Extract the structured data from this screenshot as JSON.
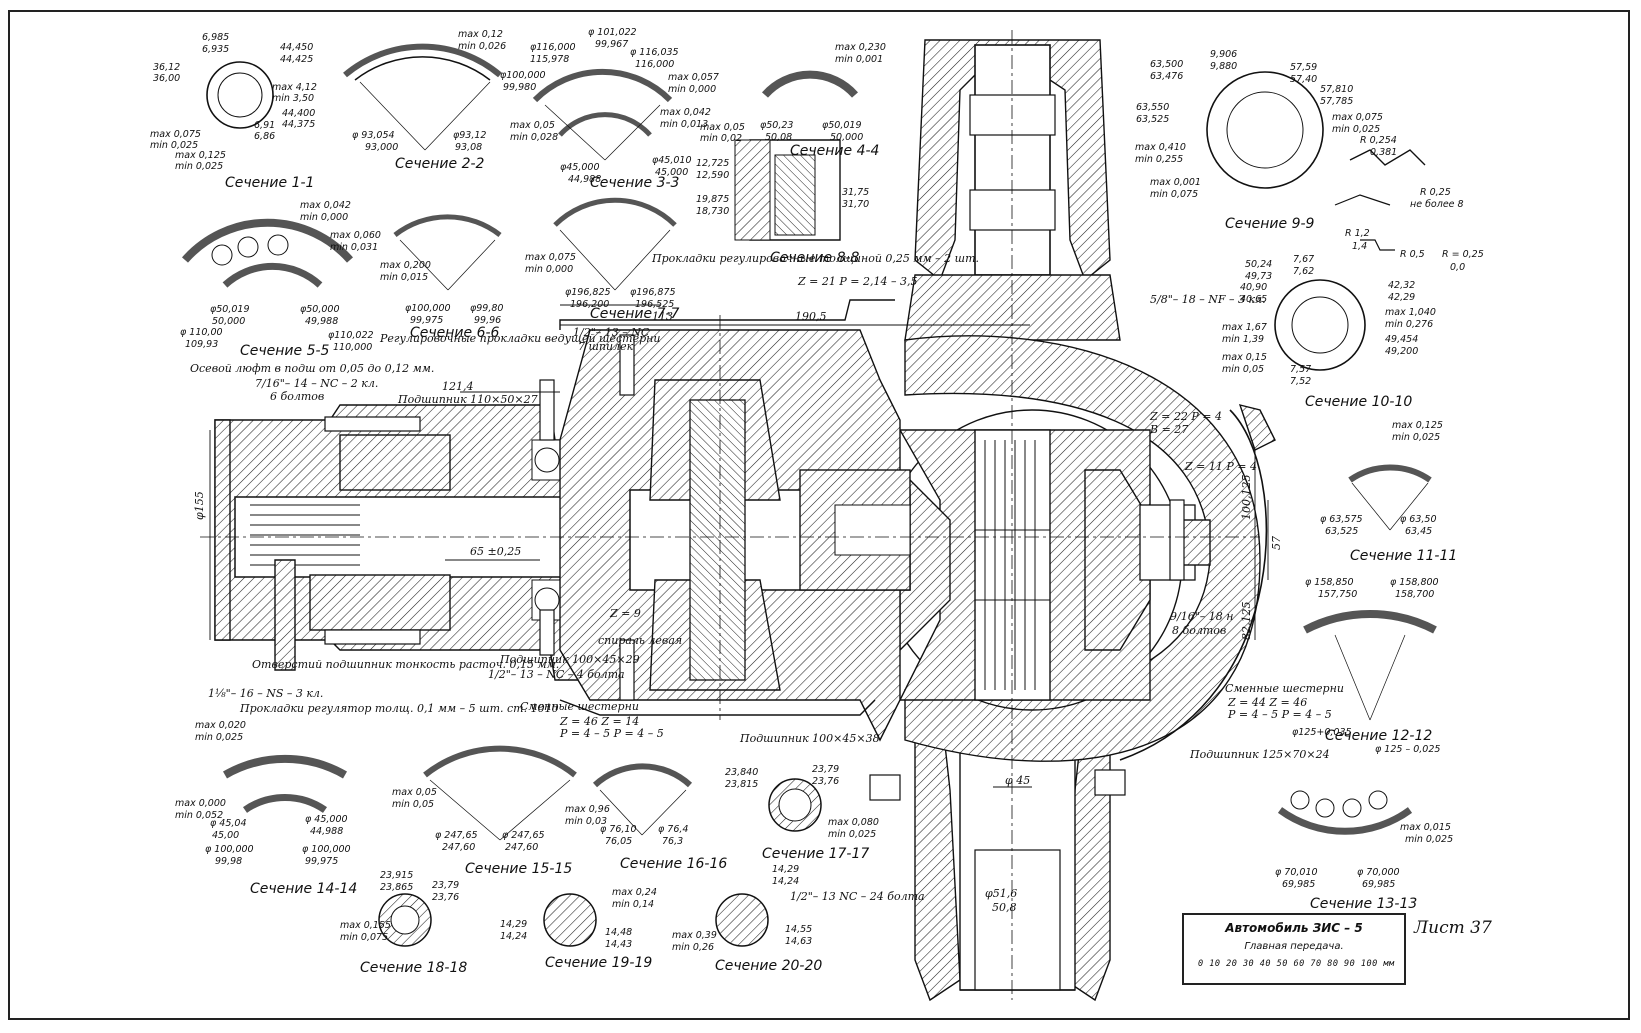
{
  "title_block": {
    "vehicle": "Автомобиль ЗИС – 5",
    "assembly": "Главная передача.",
    "scale_ticks": "0 10 20 30 40 50 60 70 80 90 100 мм",
    "sheet": "Лист 37"
  },
  "sections": [
    "Сечение 1-1",
    "Сечение 2-2",
    "Сечение 3-3",
    "Сечение 4-4",
    "Сечение 5-5",
    "Сечение 6-6",
    "Сечение 7-7",
    "Сечение 8-8",
    "Сечение 9-9",
    "Сечение 10-10",
    "Сечение 11-11",
    "Сечение 12-12",
    "Сечение 13-13",
    "Сечение 14-14",
    "Сечение 15-15",
    "Сечение 16-16",
    "Сечение 17-17",
    "Сечение 18-18",
    "Сечение 19-19",
    "Сечение 20-20"
  ],
  "notes": {
    "axial_play": "Осевой люфт в подш от 0,05 до 0,12 мм.",
    "bolts_7_16": "7/16\"– 14 – NC – 2 кл.",
    "bolts_6": "6 болтов",
    "bearing_110": "Подшипник 110×50×27",
    "bearing_100": "Подшипник 100×45×29",
    "bearing_100b": "Подшипник 100×45×38",
    "bearing_125": "Подшипник 125×70×24",
    "thread_1_1_8": "1⅛\"– 16 – NS – 3 кл.",
    "thread_5_8": "5/8\"– 18 – NF – 3 кл.",
    "thread_9_16": "9/16\"– 18 н",
    "bolts_8": "8 болтов",
    "thread_1_2_4": "1/2\"– 13 – NC – 4 болта",
    "thread_1_2_24": "1/2\"– 13 NC – 24 болта",
    "stud_1_2": "1/2\"– 13 – NC",
    "studs_7": "7 шпилек",
    "change_gears": "Сменные шестерни",
    "change_gears2": "Сменные шестерни",
    "gear_z22": "Z = 22  P = 4",
    "gear_b27": "B = 27",
    "gear_z11": "Z = 11  P = 4",
    "gear_z21": "Z = 21  P = 2,14 – 3,5",
    "gear_z9": "Z = 9",
    "spiral_left": "спираль левая",
    "shims_note": "Прокладки регулировочные толщиной 0,25 мм – 2 шт.",
    "shims_regul": "Регулировочные прокладки ведущей шестерни",
    "shims_bottom": "Прокладки регулятор толщ. 0,1 мм – 5 шт. ст. 1010",
    "holes_note": "Отверстий подшипник тонкость расточ. 0,15 мм.",
    "gear_sets_a": "Z = 46   Z = 14",
    "gear_sets_b": "P = 4 – 5   P = 4 – 5",
    "gear_sets_c": "Z = 44   Z = 46",
    "gear_sets_d": "P = 4 – 5   P = 4 – 5"
  },
  "dimensions": {
    "d155": "φ155",
    "d190": "190,5",
    "d113": "113",
    "d121": "121,4",
    "d65": "65 ±0,25",
    "d57": "57",
    "d45": "φ 45",
    "d51": "φ51,6",
    "d50_8": "50,8",
    "d100": "100,125",
    "d82": "82,125"
  },
  "sec_values": {
    "s1": [
      "6,985",
      "6,935",
      "44,450",
      "44,425",
      "36,12",
      "36,00",
      "max 4,12",
      "min 3,50",
      "44,400",
      "44,375",
      "max 0,075",
      "min 0,025",
      "max 0,125",
      "min 0,025",
      "6,91",
      "6,86"
    ],
    "s2": [
      "max 0,12",
      "min 0,026",
      "φ 93,054",
      "93,000",
      "φ93,12",
      "93,08"
    ],
    "s3": [
      "φ 101,022",
      "99,967",
      "φ116,000",
      "115,978",
      "φ 116,035",
      "116,000",
      "φ100,000",
      "99,980",
      "max 0,057",
      "min 0,000",
      "max 0,042",
      "min 0,013",
      "max 0,05",
      "min 0,028",
      "φ45,000",
      "44,988",
      "φ45,010",
      "45,000"
    ],
    "s4": [
      "max 0,05",
      "min 0,02",
      "φ50,23",
      "50,08",
      "φ50,019",
      "50,000",
      "12,725",
      "12,590",
      "19,875",
      "18,730"
    ],
    "s5": [
      "max 0,042",
      "min 0,000",
      "max 0,060",
      "min 0,031",
      "φ50,019",
      "50,000",
      "φ50,000",
      "49,988",
      "φ 110,00",
      "109,93",
      "φ110,022",
      "110,000"
    ],
    "s6": [
      "max 0,200",
      "min 0,015",
      "φ100,000",
      "99,975",
      "φ99,80",
      "99,96"
    ],
    "s7": [
      "max 0,075",
      "min 0,000",
      "φ196,825",
      "196,200",
      "φ196,875",
      "196,525"
    ],
    "s8": [
      "max 0,230",
      "min 0,001",
      "31,75",
      "31,70"
    ],
    "s9": [
      "63,500",
      "63,476",
      "9,906",
      "9,880",
      "57,59",
      "57,40",
      "57,810",
      "57,785",
      "63,550",
      "63,525",
      "max 0,075",
      "min 0,025",
      "max 0,410",
      "min 0,255",
      "max 0,001",
      "min 0,075",
      "R 0,254",
      "0,381",
      "R 0,25",
      "не более 8"
    ],
    "s10": [
      "50,24",
      "49,73",
      "7,67",
      "7,62",
      "40,90",
      "40,65",
      "42,32",
      "42,29",
      "max 1,040",
      "min 0,276",
      "max 1,67",
      "min 1,39",
      "49,454",
      "49,200",
      "max 0,15",
      "min 0,05",
      "7,57",
      "7,52",
      "R 1,2",
      "1,4",
      "R 0,5",
      "R = 0,25",
      "0,0"
    ],
    "s11": [
      "max 0,125",
      "min 0,025",
      "φ 63,575",
      "63,525",
      "φ 63,50",
      "63,45"
    ],
    "s12": [
      "φ 158,850",
      "157,750",
      "φ 158,800",
      "158,700"
    ],
    "s13": [
      "φ125+0,035",
      "φ 125 – 0,025",
      "max 0,015",
      "min 0,025",
      "φ 70,010",
      "69,985",
      "φ 70,000",
      "69,985"
    ],
    "s14": [
      "max 0,020",
      "min 0,025",
      "max 0,000",
      "min 0,052",
      "φ 45,04",
      "45,00",
      "φ 45,000",
      "44,988",
      "φ 100,000",
      "99,98",
      "φ 100,000",
      "99,975"
    ],
    "s15": [
      "max 0,05",
      "min 0,05",
      "φ 247,65",
      "247,60",
      "φ 247,65",
      "247,60"
    ],
    "s16": [
      "max 0,96",
      "min 0,03",
      "φ 76,10",
      "76,05",
      "φ 76,4",
      "76,3"
    ],
    "s17": [
      "23,840",
      "23,815",
      "23,79",
      "23,76",
      "max 0,080",
      "min 0,025"
    ],
    "s18": [
      "23,915",
      "23,865",
      "23,79",
      "23,76",
      "max 0,155",
      "min 0,075"
    ],
    "s19": [
      "max 0,24",
      "min 0,14",
      "14,29",
      "14,24",
      "14,48",
      "14,43"
    ],
    "s20": [
      "14,29",
      "14,24",
      "max 0,39",
      "min 0,26",
      "14,55",
      "14,63"
    ]
  }
}
